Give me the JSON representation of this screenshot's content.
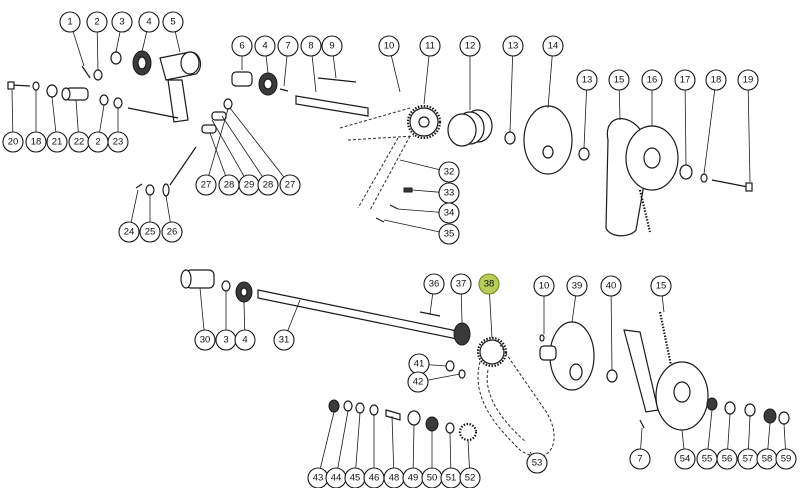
{
  "header": {
    "title": ""
  },
  "highlight_color": "#b7cf5a",
  "highlighted_part": "38",
  "callouts": [
    "1",
    "2",
    "3",
    "4",
    "5",
    "6",
    "4",
    "7",
    "8",
    "9",
    "10",
    "11",
    "12",
    "13",
    "14",
    "13",
    "15",
    "16",
    "17",
    "18",
    "19",
    "20",
    "18",
    "21",
    "22",
    "2",
    "23",
    "27",
    "28",
    "29",
    "28",
    "27",
    "32",
    "33",
    "34",
    "35",
    "24",
    "25",
    "26",
    "36",
    "37",
    "38",
    "10",
    "39",
    "40",
    "15",
    "30",
    "3",
    "4",
    "31",
    "41",
    "42",
    "43",
    "44",
    "45",
    "46",
    "48",
    "49",
    "50",
    "51",
    "52",
    "53",
    "7",
    "54",
    "55",
    "56",
    "57",
    "58",
    "59"
  ]
}
